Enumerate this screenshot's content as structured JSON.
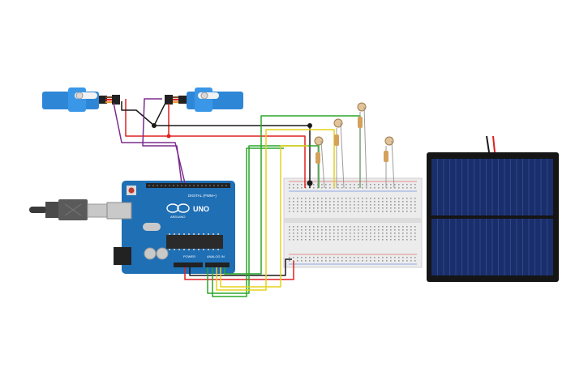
{
  "arduino": {
    "model": "UNO",
    "brand": "ARDUINO",
    "digital_label": "DIGITAL (PWM~)",
    "power_label": "POWER",
    "analog_label": "ANALOG IN"
  },
  "components": {
    "servos": 2,
    "photoresistors": 4,
    "resistors": 4
  },
  "colors": {
    "board": "#1f6fb5",
    "servo": "#2e86d6",
    "breadboard": "#ececec",
    "solar_panel": "#1a2e6b",
    "wire_red": "#e02020",
    "wire_black": "#1a1a1a",
    "wire_green": "#2aa52a",
    "wire_yellow": "#e6d21a",
    "wire_purple": "#7a2d8e"
  }
}
